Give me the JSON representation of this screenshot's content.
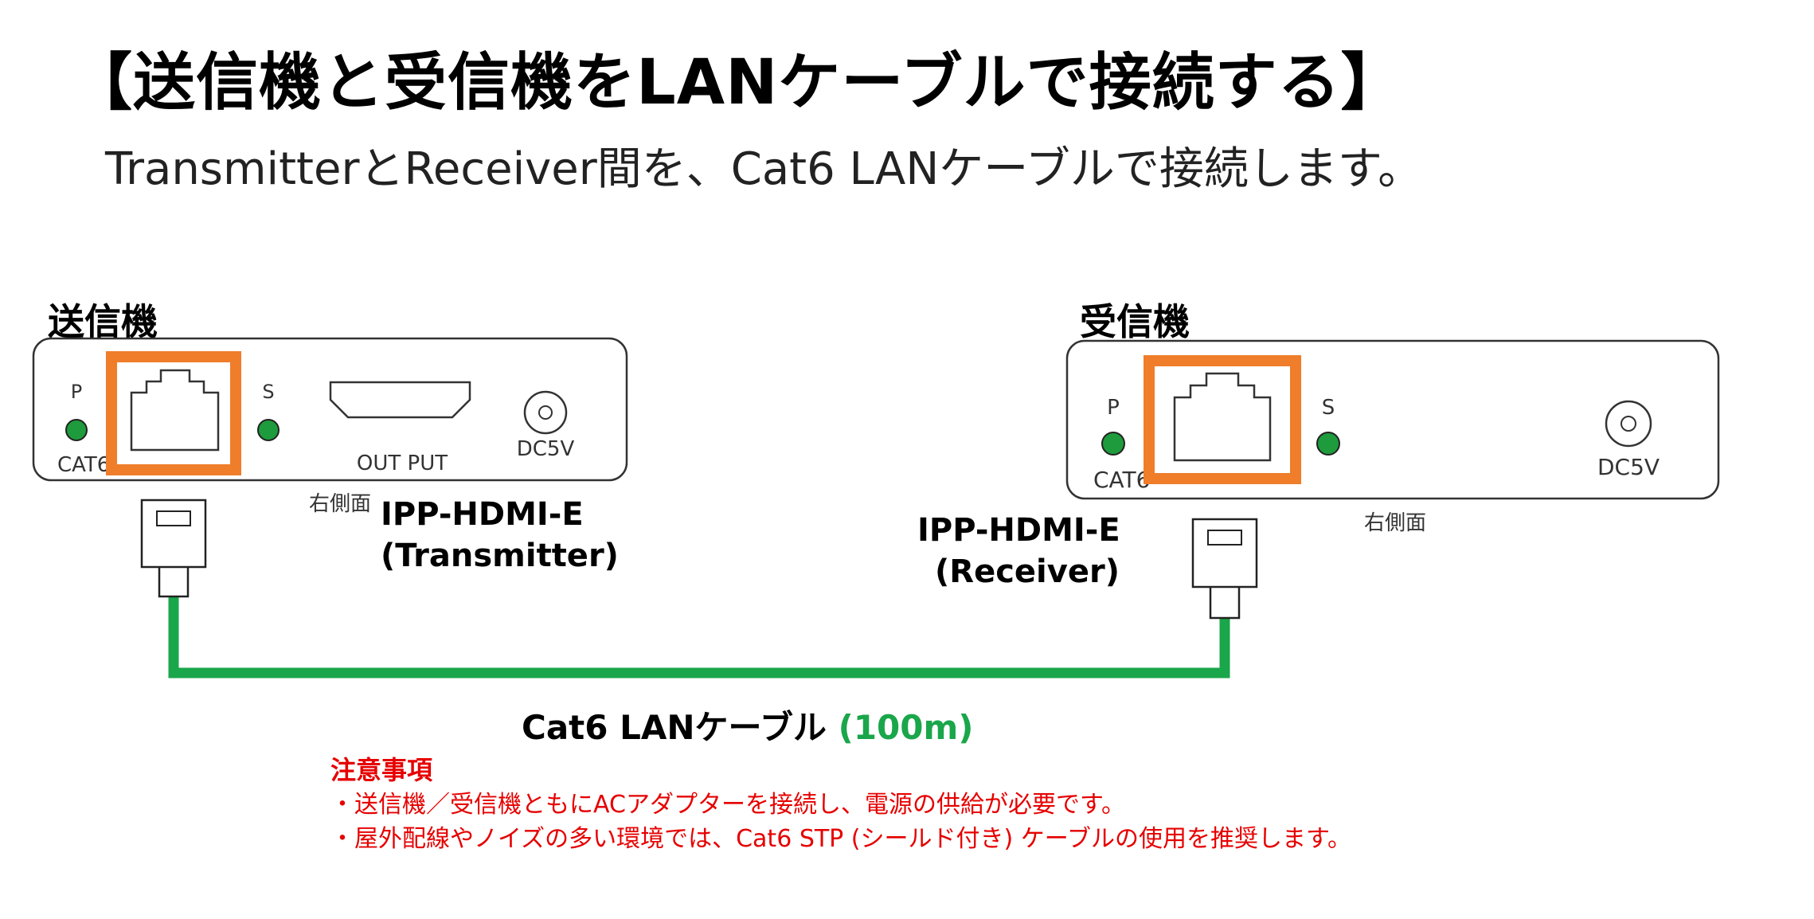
{
  "title": "【送信機と受信機をLANケーブルで接続する】",
  "subtitle": "TransmitterとReceiver間を、Cat6 LANケーブルで接続します。",
  "transmitter": {
    "heading": "送信機",
    "model": "IPP-HDMI-E",
    "role": "(Transmitter)",
    "side_label": "右側面",
    "led_p": "P",
    "led_s": "S",
    "port_label": "CAT6",
    "output_label": "OUT PUT",
    "power_label": "DC5V"
  },
  "receiver": {
    "heading": "受信機",
    "model": "IPP-HDMI-E",
    "role": "(Receiver)",
    "side_label": "右側面",
    "led_p": "P",
    "led_s": "S",
    "port_label": "CAT6",
    "power_label": "DC5V"
  },
  "cable": {
    "label": "Cat6 LANケーブル",
    "length": "(100m)"
  },
  "notes": {
    "title": "注意事項",
    "items": [
      "・送信機／受信機ともにACアダプターを接続し、電源の供給が必要です。",
      "・屋外配線やノイズの多い環境では、Cat6 STP (シールド付き) ケーブルの使用を推奨します。"
    ]
  },
  "colors": {
    "highlight": "#ef7d2a",
    "cable": "#1aa64a",
    "led": "#1e9b3c",
    "note": "#e60000"
  }
}
